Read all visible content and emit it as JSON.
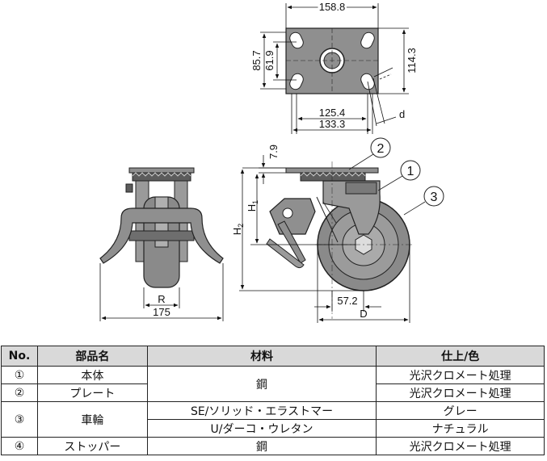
{
  "dimensions": {
    "top_width": "158.8",
    "mount_pitch_y": "85.7",
    "hole_pitch_y": "61.9",
    "plate_length": "114.3",
    "hole_pitch_x": "125.4",
    "hole_span_x": "133.3",
    "slot_width_label": "d",
    "plate_thickness": "7.9",
    "h1_label": "H",
    "h1_sub": "1",
    "h2_label": "H",
    "h2_sub": "2",
    "offset": "57.2",
    "wheel_diameter_label": "D",
    "wheel_width_label": "R",
    "overall_width": "175"
  },
  "callouts": [
    "1",
    "2",
    "3"
  ],
  "table": {
    "headers": [
      "No.",
      "部品名",
      "材料",
      "仕上/色"
    ],
    "rows": [
      {
        "no": "①",
        "part": "本体",
        "material": "鋼",
        "finish": "光沢クロメート処理"
      },
      {
        "no": "②",
        "part": "プレート",
        "finish": "光沢クロメート処理"
      },
      {
        "no": "③",
        "part": "車輪",
        "material": "SE/ソリッド・エラストマー",
        "finish": "グレー"
      },
      {
        "material": "U/ダーコ・ウレタン",
        "finish": "ナチュラル"
      },
      {
        "no": "④",
        "part": "ストッパー",
        "material": "鋼",
        "finish": "光沢クロメート処理"
      }
    ]
  },
  "colors": {
    "metal": "#8f8f8f",
    "metal_dark": "#5c5c5c",
    "wheel": "#8a8a8a",
    "header_bg": "#d9d9d9"
  }
}
